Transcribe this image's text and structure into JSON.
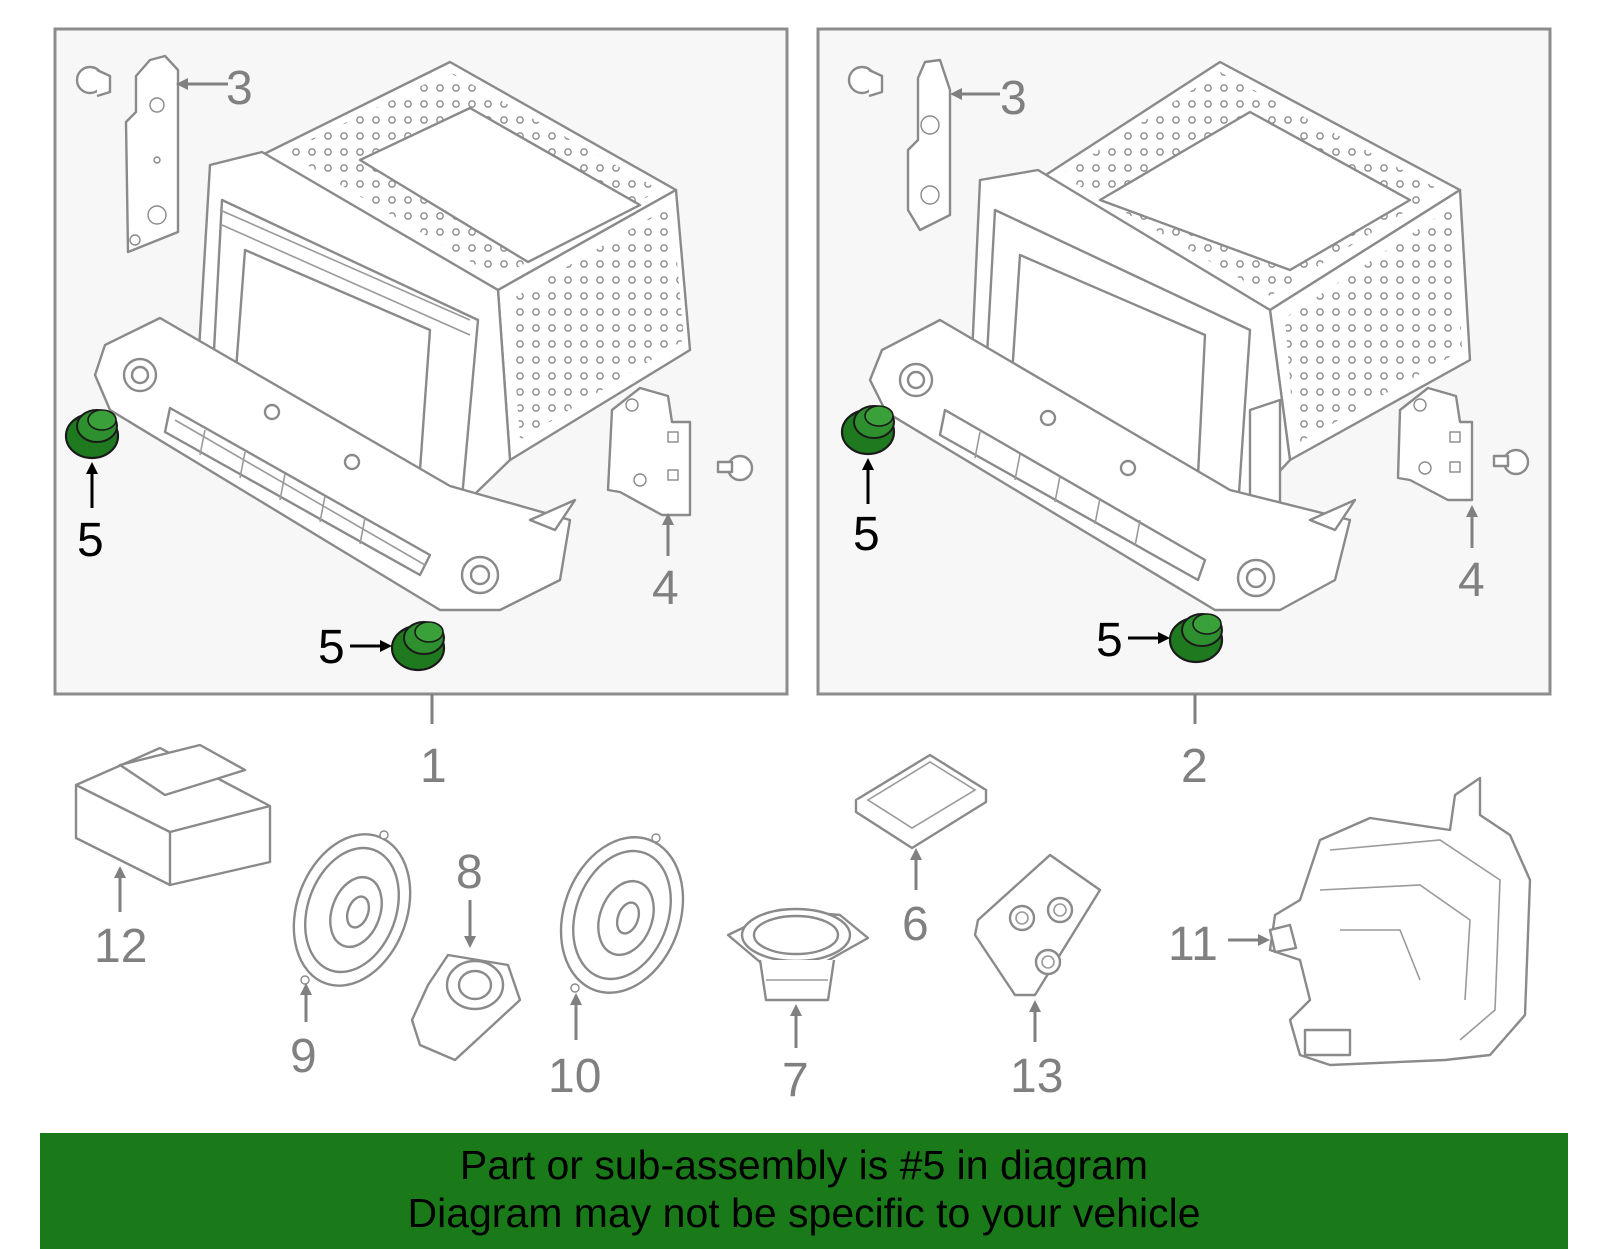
{
  "colors": {
    "highlight_part": "#1f7a1f",
    "banner_background": "#1a7a1a",
    "line_art": "#8a8a8a",
    "callout_gray": "#808080",
    "callout_black": "#000000"
  },
  "callouts": {
    "left_panel_part_3": "3",
    "left_panel_part_4": "4",
    "left_panel_part_5_upper": "5",
    "left_panel_part_5_lower": "5",
    "right_panel_part_3": "3",
    "right_panel_part_4": "4",
    "right_panel_part_5_upper": "5",
    "right_panel_part_5_lower": "5",
    "assembly_1": "1",
    "assembly_2": "2",
    "part_6": "6",
    "part_7": "7",
    "part_8": "8",
    "part_9": "9",
    "part_10": "10",
    "part_11": "11",
    "part_12": "12",
    "part_13": "13"
  },
  "banner": {
    "line1": "Part or sub-assembly is #5 in diagram",
    "line2": "Diagram may not be specific to your vehicle"
  }
}
